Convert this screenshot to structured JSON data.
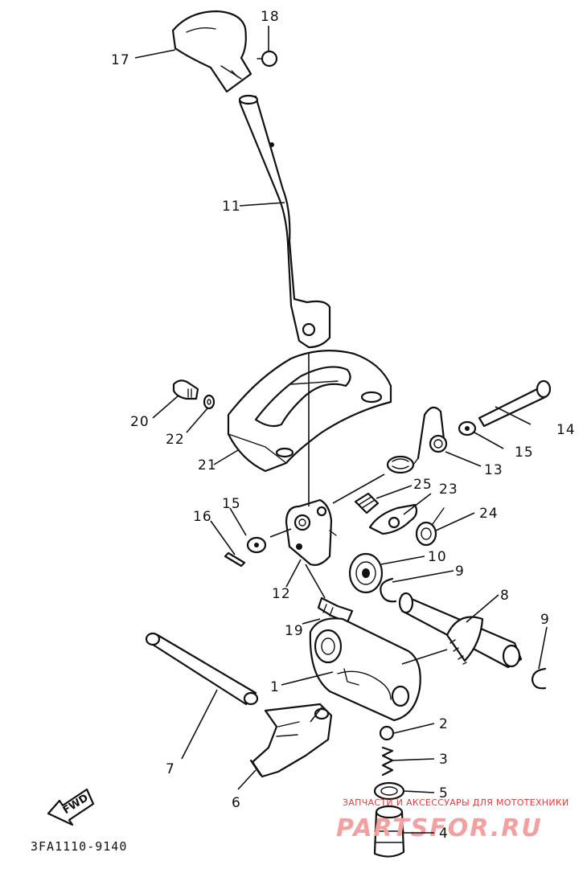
{
  "diagram": {
    "code": "3FA1110-9140",
    "fwd_label": "FWD",
    "watermark_small": "ЗАПЧАСТИ И АКСЕССУАРЫ ДЛЯ МОТОТЕХНИКИ",
    "watermark_big": "PARTSFOR.RU",
    "callouts": {
      "c1": "1",
      "c2": "2",
      "c3": "3",
      "c4": "4",
      "c5": "5",
      "c6": "6",
      "c7": "7",
      "c8": "8",
      "c9a": "9",
      "c9b": "9",
      "c10": "10",
      "c11": "11",
      "c12": "12",
      "c13": "13",
      "c14": "14",
      "c15a": "15",
      "c15b": "15",
      "c16": "16",
      "c17": "17",
      "c18": "18",
      "c19": "19",
      "c20": "20",
      "c21": "21",
      "c22": "22",
      "c23": "23",
      "c24": "24",
      "c25": "25"
    }
  }
}
